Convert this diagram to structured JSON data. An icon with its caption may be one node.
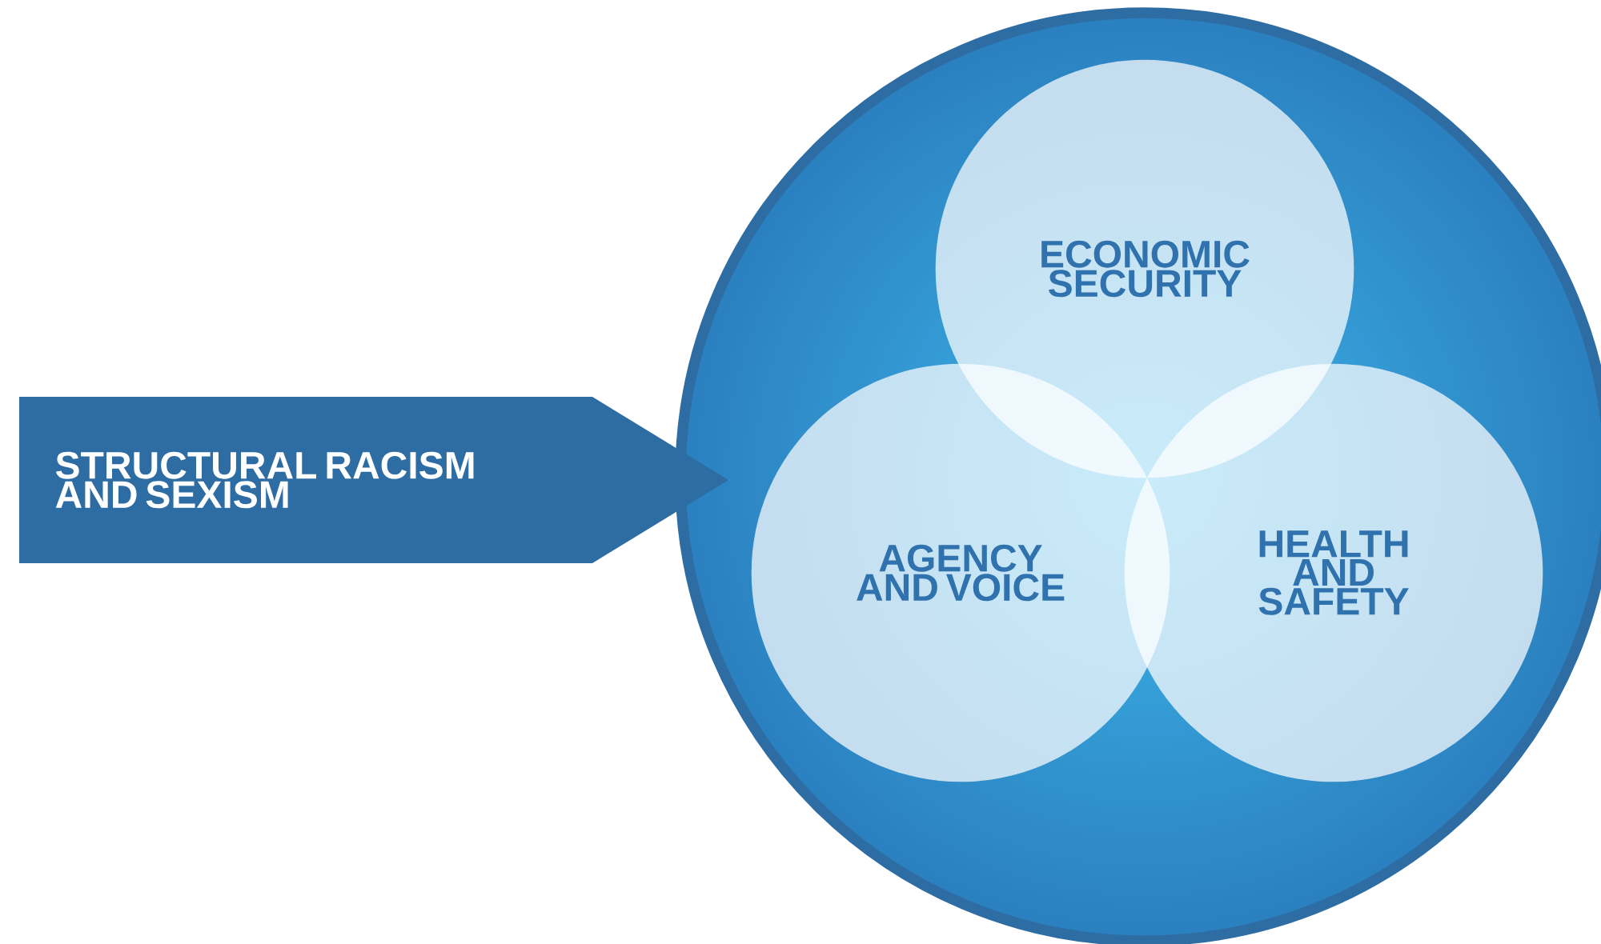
{
  "diagram": {
    "nodes": [
      {
        "text": [],
        "shape": "circle"
      },
      {
        "text": [
          "STRUCTURAL RACISM AND SEXISM"
        ]
      },
      {
        "text": [
          "ECONOMIC SECURITY"
        ],
        "in": 0
      },
      {
        "text": [
          "AGENCY AND VOICE"
        ],
        "in": 0
      },
      {
        "text": [
          "HEALTH AND SAFETY"
        ],
        "in": 0
      }
    ]
  }
}
